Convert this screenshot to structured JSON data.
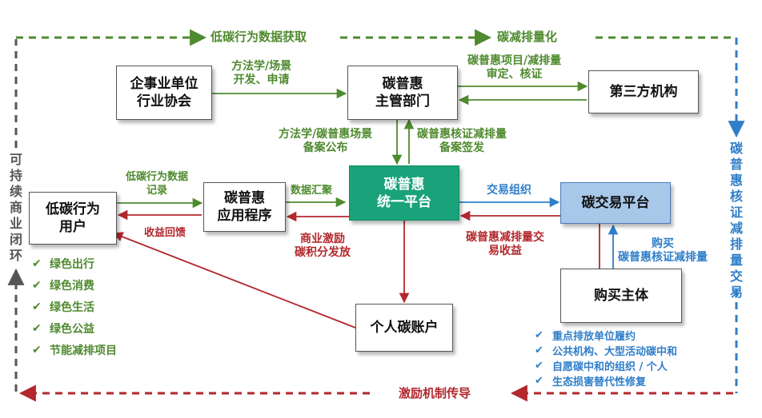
{
  "colors": {
    "green": "#4e8a2e",
    "red": "#b2282d",
    "blue": "#2f7ec9",
    "gray": "#555555",
    "center_fill": "#1aa37a",
    "exchange_fill": "#a8c8ea"
  },
  "top_flow": {
    "left_label": "低碳行为数据获取",
    "right_label": "碳减排量化"
  },
  "right_flow": {
    "label": "碳普惠核证减排量交易"
  },
  "left_flow": {
    "label": "可持续商业闭环"
  },
  "bottom_flow": {
    "label": "激励机制传导"
  },
  "nodes": {
    "enterprise": {
      "line1": "企事业单位",
      "line2": "行业协会"
    },
    "authority": {
      "line1": "碳普惠",
      "line2": "主管部门"
    },
    "third_party": {
      "label": "第三方机构"
    },
    "platform": {
      "line1": "碳普惠",
      "line2": "统一平台"
    },
    "app": {
      "line1": "碳普惠",
      "line2": "应用程序"
    },
    "user": {
      "line1": "低碳行为",
      "line2": "用户"
    },
    "exchange": {
      "label": "碳交易平台"
    },
    "buyer": {
      "label": "购买主体"
    },
    "account": {
      "label": "个人碳账户"
    }
  },
  "edges": {
    "methodology_line1": "方法学/场景",
    "methodology_line2": "开发、申请",
    "verify_line1": "碳普惠项目/减排量",
    "verify_line2": "审定、核证",
    "filing_line1": "方法学/碳普惠场景",
    "filing_line2": "备案公布",
    "issuance_line1": "碳普惠核证减排量",
    "issuance_line2": "备案签发",
    "data_record_line1": "低碳行为数据",
    "data_record_line2": "记录",
    "data_summary": "数据汇聚",
    "revenue_feedback": "收益回馈",
    "incentive_line1": "商业激励",
    "incentive_line2": "碳积分发放",
    "trade_org": "交易组织",
    "trade_revenue_line1": "碳普惠减排量交",
    "trade_revenue_line2": "易收益",
    "purchase_line1": "购买",
    "purchase_line2": "碳普惠核证减排量"
  },
  "behaviors": [
    "绿色出行",
    "绿色消费",
    "绿色生活",
    "绿色公益",
    "节能减排项目"
  ],
  "buyer_types": [
    "重点排放单位履约",
    "公共机构、大型活动碳中和",
    "自愿碳中和的组织 / 个人",
    "生态损害替代性修复"
  ],
  "icons": {
    "behavior_bullet": "check-icon",
    "buyer_bullet": "check-icon"
  }
}
